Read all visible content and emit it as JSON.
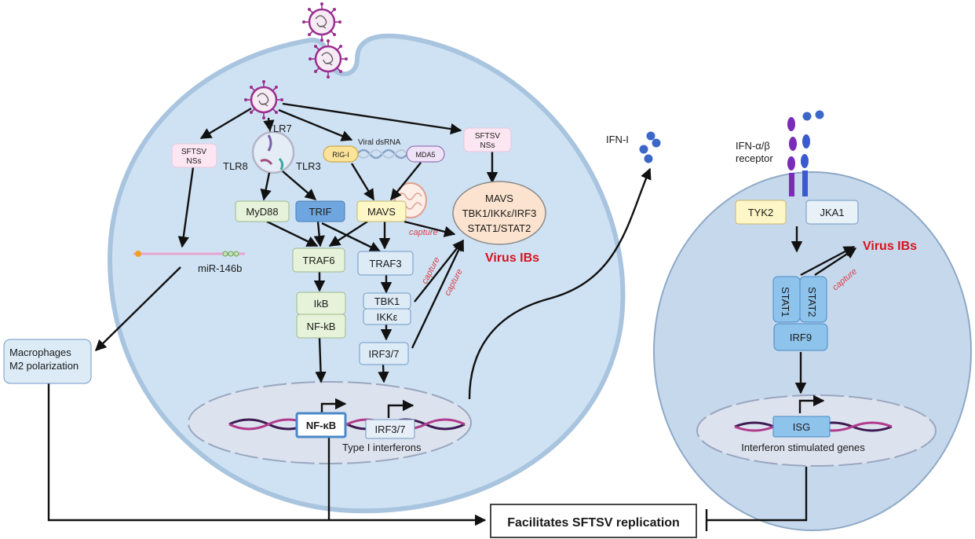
{
  "infected_cell": {
    "receptors": {
      "tlr7": "TLR7",
      "tlr8": "TLR8",
      "tlr3": "TLR3"
    },
    "sensors": {
      "viral_dsrna": "Viral dsRNA",
      "rig1": "RIG-I",
      "mda5": "MDA5"
    },
    "nss_left": [
      "SFTSV",
      "NSs"
    ],
    "nss_right": [
      "SFTSV",
      "NSs"
    ],
    "adaptors": {
      "myd88": "MyD88",
      "trif": "TRIF",
      "mavs": "MAVS"
    },
    "mirna": "miR-146b",
    "traf6": "TRAF6",
    "ikb": "IkB",
    "nfkb": "NF-kB",
    "traf3": "TRAF3",
    "tbk1": "TBK1",
    "ikke": "IKKε",
    "irf37": "IRF3/7",
    "ibs_content": [
      "MAVS",
      "TBK1/IKKε/IRF3",
      "STAT1/STAT2"
    ],
    "virus_ibs": "Virus IBs",
    "capture": "capture",
    "nucleus": {
      "nfkb": "NF-κB",
      "irf37": "IRF3/7",
      "caption": "Type I interferons"
    }
  },
  "macrophages": [
    "Macrophages",
    "M2 polarization"
  ],
  "ifn_label": "IFN-I",
  "second_cell": {
    "receptor": [
      "IFN-α/β",
      "receptor"
    ],
    "tyk2": "TYK2",
    "jka1": "JKA1",
    "virus_ibs": "Virus IBs",
    "capture": "capture",
    "stat1": "STAT1",
    "stat2": "STAT2",
    "irf9": "IRF9",
    "isg": "ISG",
    "caption": "Interferon stimulated genes"
  },
  "outcome": "Facilitates SFTSV replication",
  "colors": {
    "cell_fill": "#cfe2f3",
    "cell_stroke": "#a8c4de",
    "box_green": "#e6f2d9",
    "box_blue": "#6fa6e0",
    "box_yellow": "#fdf6c6",
    "nss_pink": "#fbe6f2",
    "ib_peach": "#fbe3cf",
    "virus": "#9b2f8e",
    "ifn_dot": "#3b67c9",
    "red": "#d4141c"
  }
}
